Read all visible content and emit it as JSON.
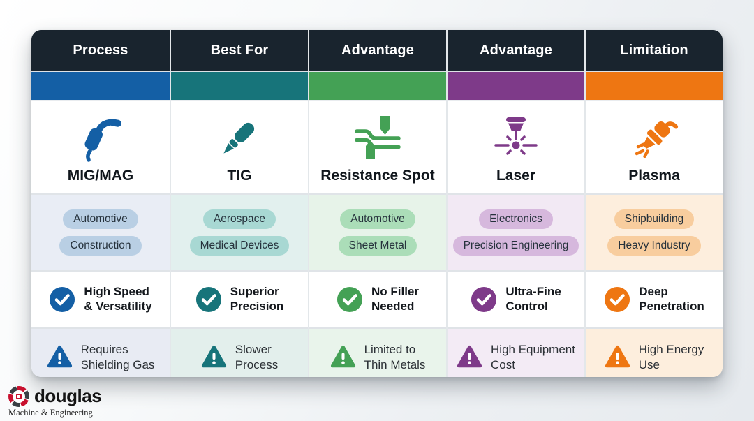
{
  "chart_data": {
    "type": "table",
    "columns": [
      "Process",
      "Best For",
      "Advantage",
      "Advantage",
      "Limitation"
    ],
    "rows": [
      {
        "process": "MIG/MAG",
        "best_for": [
          "Automotive",
          "Construction"
        ],
        "advantage": "High Speed & Versatility",
        "limitation": "Requires Shielding Gas"
      },
      {
        "process": "TIG",
        "best_for": [
          "Aerospace",
          "Medical Devices"
        ],
        "advantage": "Superior Precision",
        "limitation": "Slower Process"
      },
      {
        "process": "Resistance Spot",
        "best_for": [
          "Automotive",
          "Sheet Metal"
        ],
        "advantage": "No Filler Needed",
        "limitation": "Limited to Thin Metals"
      },
      {
        "process": "Laser",
        "best_for": [
          "Electronics",
          "Precision Engineering"
        ],
        "advantage": "Ultra-Fine Control",
        "limitation": "High Equipment Cost"
      },
      {
        "process": "Plasma",
        "best_for": [
          "Shipbuilding",
          "Heavy Industry"
        ],
        "advantage": "Deep Penetration",
        "limitation": "High Energy Use"
      }
    ]
  },
  "table": {
    "headers": [
      "Process",
      "Best For",
      "Advantage",
      "Advantage",
      "Limitation"
    ],
    "header_bg": "#19242e",
    "columns": [
      {
        "name": "MIG/MAG",
        "icon": "mig-mag-torch-icon",
        "color": "#145fa5",
        "best_for": [
          "Automotive",
          "Construction"
        ],
        "advantage_lines": [
          "High Speed",
          "& Versatility"
        ],
        "limitation_lines": [
          "Requires",
          "Shielding Gas"
        ]
      },
      {
        "name": "TIG",
        "icon": "tig-torch-icon",
        "color": "#17747a",
        "best_for": [
          "Aerospace",
          "Medical Devices"
        ],
        "advantage_lines": [
          "Superior",
          "Precision"
        ],
        "limitation_lines": [
          "Slower",
          "Process"
        ]
      },
      {
        "name": "Resistance Spot",
        "icon": "resistance-spot-icon",
        "color": "#44a155",
        "best_for": [
          "Automotive",
          "Sheet Metal"
        ],
        "advantage_lines": [
          "No Filler",
          "Needed"
        ],
        "limitation_lines": [
          "Limited to",
          "Thin Metals"
        ]
      },
      {
        "name": "Laser",
        "icon": "laser-head-icon",
        "color": "#7e3a89",
        "best_for": [
          "Electronics",
          "Precision Engineering"
        ],
        "advantage_lines": [
          "Ultra-Fine",
          "Control"
        ],
        "limitation_lines": [
          "High Equipment",
          "Cost"
        ]
      },
      {
        "name": "Plasma",
        "icon": "plasma-torch-icon",
        "color": "#ee7612",
        "best_for": [
          "Shipbuilding",
          "Heavy Industry"
        ],
        "advantage_lines": [
          "Deep",
          "Penetration"
        ],
        "limitation_lines": [
          "High Energy",
          "Use"
        ]
      }
    ]
  },
  "logo": {
    "title": "douglas",
    "tagline": "Machine & Engineering",
    "accent_color": "#c8102e"
  }
}
